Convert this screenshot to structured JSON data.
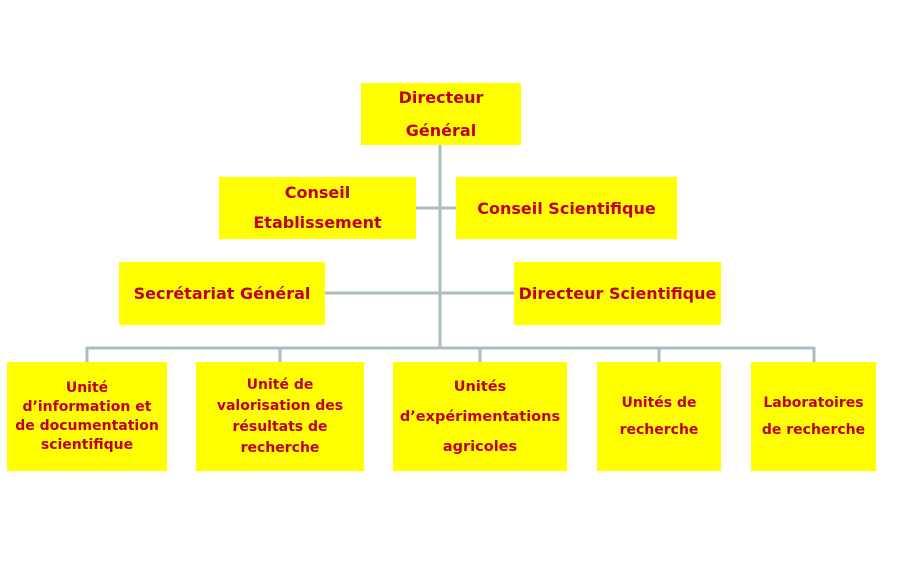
{
  "org_chart": {
    "colors": {
      "box_fill": "#ffff00",
      "text": "#c0002a",
      "connector": "#a9bcc2"
    },
    "directeur_general": "Directeur\nGénéral",
    "conseil_etablissement": "Conseil\nEtablissement",
    "conseil_scientifique": "Conseil  Scientifique",
    "secretariat_general": "Secrétariat Général",
    "directeur_scientifique": "Directeur Scientifique",
    "units": [
      {
        "label": "Unité\nd’information et\nde documentation\nscientifique"
      },
      {
        "label": "Unité de\nvalorisation des\nrésultats de\nrecherche"
      },
      {
        "label": "Unités\nd’expérimentations\nagricoles"
      },
      {
        "label": "Unités de\nrecherche"
      },
      {
        "label": "Laboratoires\nde recherche"
      }
    ]
  }
}
